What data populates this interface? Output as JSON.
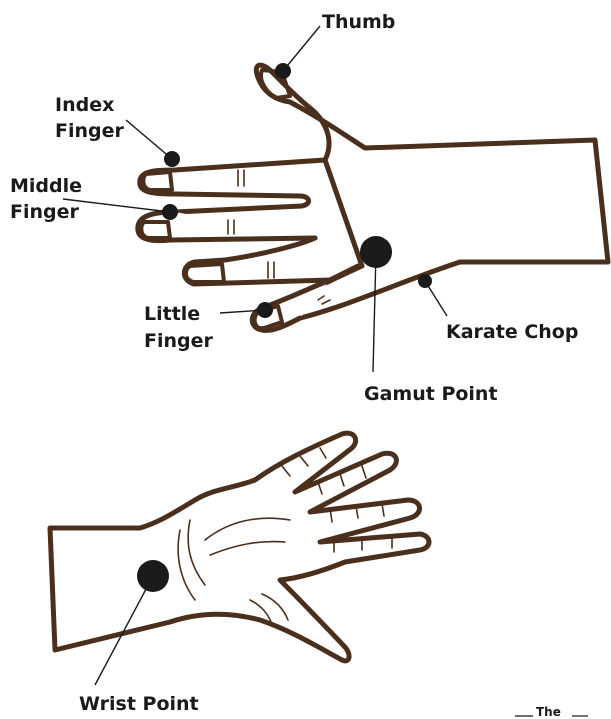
{
  "labels": {
    "thumb": "Thumb",
    "index_finger_line1": "Index",
    "index_finger_line2": "Finger",
    "middle_finger_line1": "Middle",
    "middle_finger_line2": "Finger",
    "little_finger_line1": "Little",
    "little_finger_line2": "Finger",
    "karate_chop": "Karate Chop",
    "gamut_point": "Gamut Point",
    "wrist_point": "Wrist Point"
  },
  "corner_text": "The",
  "colors": {
    "outline": "#4a2f1d",
    "dot": "#1a1a1a",
    "background": "#ffffff"
  }
}
